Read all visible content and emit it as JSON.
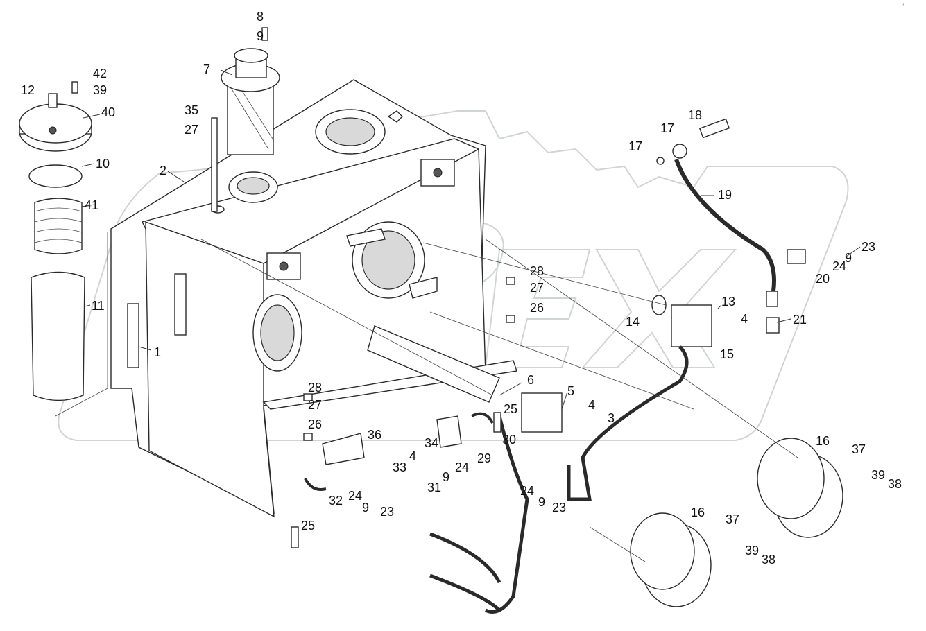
{
  "watermark": {
    "text": "OPEX",
    "color": "#cfd6cf"
  },
  "corner_mark": "\" ...",
  "callouts": [
    {
      "id": "c8",
      "text": "8"
    },
    {
      "id": "c9a",
      "text": "9"
    },
    {
      "id": "c7",
      "text": "7"
    },
    {
      "id": "c42",
      "text": "42"
    },
    {
      "id": "c12",
      "text": "12"
    },
    {
      "id": "c39a",
      "text": "39"
    },
    {
      "id": "c40",
      "text": "40"
    },
    {
      "id": "c35",
      "text": "35"
    },
    {
      "id": "c27a",
      "text": "27"
    },
    {
      "id": "c10",
      "text": "10"
    },
    {
      "id": "c2",
      "text": "2"
    },
    {
      "id": "c41",
      "text": "41"
    },
    {
      "id": "c11",
      "text": "11"
    },
    {
      "id": "c1",
      "text": "1"
    },
    {
      "id": "c18",
      "text": "18"
    },
    {
      "id": "c17a",
      "text": "17"
    },
    {
      "id": "c17b",
      "text": "17"
    },
    {
      "id": "c19",
      "text": "19"
    },
    {
      "id": "c23a",
      "text": "23"
    },
    {
      "id": "c9b",
      "text": "9"
    },
    {
      "id": "c24a",
      "text": "24"
    },
    {
      "id": "c20",
      "text": "20"
    },
    {
      "id": "c28a",
      "text": "28"
    },
    {
      "id": "c27b",
      "text": "27"
    },
    {
      "id": "c26a",
      "text": "26"
    },
    {
      "id": "c13",
      "text": "13"
    },
    {
      "id": "c14",
      "text": "14"
    },
    {
      "id": "c4a",
      "text": "4"
    },
    {
      "id": "c21",
      "text": "21"
    },
    {
      "id": "c15",
      "text": "15"
    },
    {
      "id": "c6",
      "text": "6"
    },
    {
      "id": "c5",
      "text": "5"
    },
    {
      "id": "c25a",
      "text": "25"
    },
    {
      "id": "c4b",
      "text": "4"
    },
    {
      "id": "c3",
      "text": "3"
    },
    {
      "id": "c28b",
      "text": "28"
    },
    {
      "id": "c27c",
      "text": "27"
    },
    {
      "id": "c26b",
      "text": "26"
    },
    {
      "id": "c36",
      "text": "36"
    },
    {
      "id": "c34",
      "text": "34"
    },
    {
      "id": "c30",
      "text": "30"
    },
    {
      "id": "c4c",
      "text": "4"
    },
    {
      "id": "c33",
      "text": "33"
    },
    {
      "id": "c29",
      "text": "29"
    },
    {
      "id": "c24b",
      "text": "24"
    },
    {
      "id": "c9c",
      "text": "9"
    },
    {
      "id": "c31",
      "text": "31"
    },
    {
      "id": "c32",
      "text": "32"
    },
    {
      "id": "c24c",
      "text": "24"
    },
    {
      "id": "c9d",
      "text": "9"
    },
    {
      "id": "c23b",
      "text": "23"
    },
    {
      "id": "c24d",
      "text": "24"
    },
    {
      "id": "c9e",
      "text": "9"
    },
    {
      "id": "c23c",
      "text": "23"
    },
    {
      "id": "c16a",
      "text": "16"
    },
    {
      "id": "c37a",
      "text": "37"
    },
    {
      "id": "c39b",
      "text": "39"
    },
    {
      "id": "c38a",
      "text": "38"
    },
    {
      "id": "c16b",
      "text": "16"
    },
    {
      "id": "c37b",
      "text": "37"
    },
    {
      "id": "c39c",
      "text": "39"
    },
    {
      "id": "c38b",
      "text": "38"
    },
    {
      "id": "c25b",
      "text": "25"
    }
  ]
}
